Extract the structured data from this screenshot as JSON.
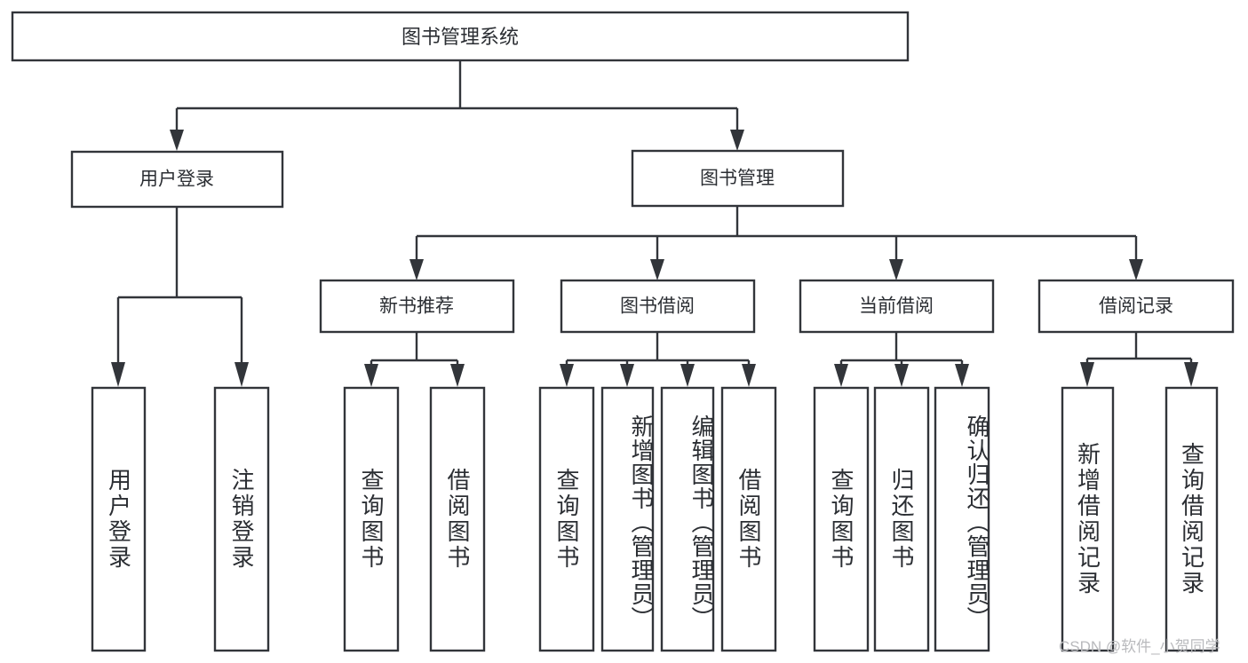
{
  "diagram": {
    "kind": "functional-structure-tree",
    "title": "图书管理系统",
    "watermark": "CSDN @软件_小贺同学",
    "colors": {
      "background": "#ffffff",
      "box_fill": "#ffffff",
      "box_stroke": "#32353a",
      "text": "#2b2e33",
      "watermark": "#b9babd"
    },
    "levels": {
      "root": {
        "label": "图书管理系统"
      },
      "level1": [
        {
          "label": "用户登录"
        },
        {
          "label": "图书管理"
        }
      ],
      "level2": [
        {
          "label": "新书推荐"
        },
        {
          "label": "图书借阅"
        },
        {
          "label": "当前借阅"
        },
        {
          "label": "借阅记录"
        }
      ],
      "leaves": {
        "user_login": [
          {
            "label": "用户登录"
          },
          {
            "label": "注销登录"
          }
        ],
        "new_book_recommend": [
          {
            "label": "查询图书"
          },
          {
            "label": "借阅图书"
          }
        ],
        "book_borrow": [
          {
            "label": "查询图书"
          },
          {
            "label": "新增图书（管理员）"
          },
          {
            "label": "编辑图书（管理员）"
          },
          {
            "label": "借阅图书"
          }
        ],
        "current_borrow": [
          {
            "label": "查询图书"
          },
          {
            "label": "归还图书"
          },
          {
            "label": "确认归还（管理员）"
          }
        ],
        "borrow_record": [
          {
            "label": "新增借阅记录"
          },
          {
            "label": "查询借阅记录"
          }
        ]
      }
    }
  }
}
